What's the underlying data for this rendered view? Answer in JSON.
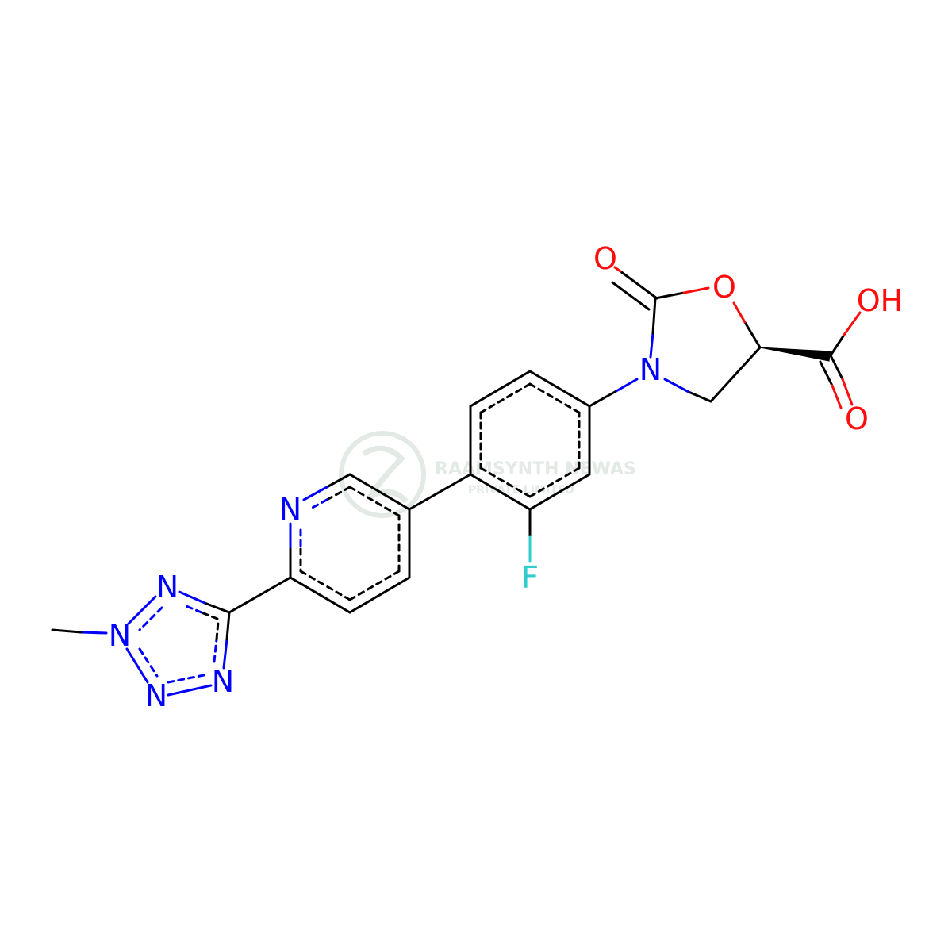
{
  "molecule": {
    "atoms": {
      "oxo_o": {
        "label": "O",
        "color": "#FF0D0D"
      },
      "ring_o": {
        "label": "O",
        "color": "#FF0D0D"
      },
      "acid_oh": {
        "label": "OH",
        "color": "#FF0D0D"
      },
      "acid_o": {
        "label": "O",
        "color": "#FF0D0D"
      },
      "ring_n": {
        "label": "N",
        "color": "#0000FF"
      },
      "pyr_n": {
        "label": "N",
        "color": "#0000FF"
      },
      "fluorine": {
        "label": "F",
        "color": "#33CCCC"
      },
      "tz_n1": {
        "label": "N",
        "color": "#0000FF"
      },
      "tz_n2": {
        "label": "N",
        "color": "#0000FF"
      },
      "tz_n3": {
        "label": "N",
        "color": "#0000FF"
      },
      "tz_n4": {
        "label": "N",
        "color": "#0000FF"
      }
    },
    "bond_color": "#000000"
  },
  "watermark": {
    "name": "RAAMSYNTH NEWAS",
    "sub": "PRIVATE LIMITED",
    "color": "#9aa8a0"
  }
}
